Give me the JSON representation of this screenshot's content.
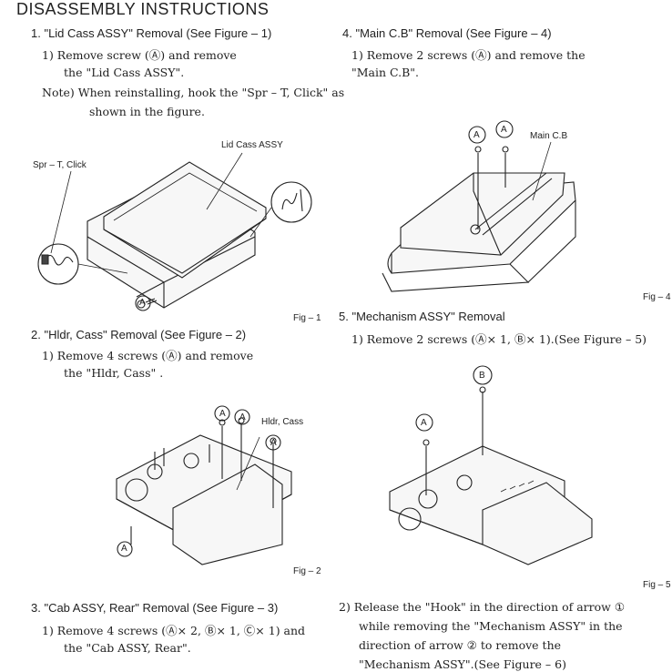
{
  "title": "DISASSEMBLY INSTRUCTIONS",
  "sections": {
    "s1": {
      "heading": "1.  \"Lid Cass ASSY\"  Removal  (See Figure – 1)",
      "lines": [
        "1) Remove screw (Ⓐ) and remove",
        "the \"Lid Cass ASSY\".",
        "Note) When reinstalling, hook the \"Spr – T, Click\" as",
        "shown in the figure."
      ],
      "labels": {
        "lid": "Lid Cass ASSY",
        "spr": "Spr – T, Click",
        "screw": "A"
      },
      "fig": "Fig – 1"
    },
    "s2": {
      "heading": "2.  \"Hldr, Cass\"  Removal  (See Figure – 2)",
      "lines": [
        "1) Remove 4 screws (Ⓐ) and remove",
        "the \"Hldr, Cass\" ."
      ],
      "labels": {
        "hldr": "Hldr, Cass",
        "screw": "A"
      },
      "fig": "Fig – 2"
    },
    "s3": {
      "heading": "3.  \"Cab ASSY, Rear\"  Removal  (See Figure – 3)",
      "lines": [
        "1) Remove 4 screws (Ⓐ× 2, Ⓑ× 1, Ⓒ× 1) and",
        "the \"Cab ASSY, Rear\"."
      ]
    },
    "s4": {
      "heading": "4.  \"Main C.B\"  Removal (See Figure – 4)",
      "lines": [
        "1) Remove 2 screws (Ⓐ) and remove the",
        "\"Main C.B\"."
      ],
      "labels": {
        "main": "Main C.B",
        "screw": "A"
      },
      "fig": "Fig – 4"
    },
    "s5": {
      "heading": "5.  \"Mechanism ASSY\"  Removal",
      "lines": [
        "1) Remove 2 screws (Ⓐ× 1, Ⓑ× 1).(See Figure – 5)"
      ],
      "labels": {
        "a": "A",
        "b": "B"
      },
      "fig": "Fig – 5",
      "lines2": [
        "2) Release the \"Hook\" in the direction of arrow ①",
        "while removing the \"Mechanism ASSY\" in the",
        "direction of arrow ② to remove the",
        "\"Mechanism ASSY\".(See Figure – 6)"
      ]
    }
  }
}
